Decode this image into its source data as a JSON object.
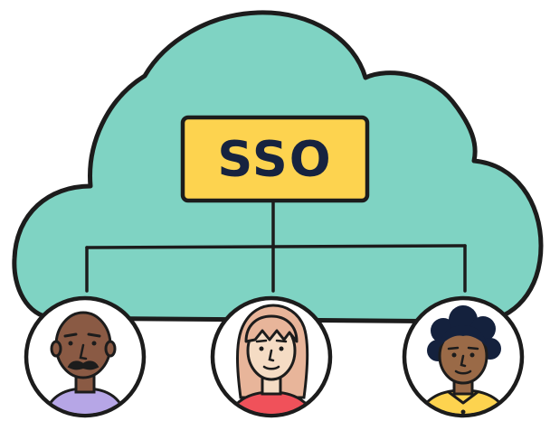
{
  "label": "SSO",
  "colors": {
    "cloud": "#7fd3c3",
    "outline": "#1c1c1c",
    "label_box": "#fdd34f",
    "label_text": "#17233f",
    "circle_bg": "#ffffff",
    "skin_dark": "#8a5a44",
    "skin_light": "#f5dcc4",
    "skin_medium": "#9a6a47",
    "hair_light": "#e8b59a",
    "hair_dark": "#14213d",
    "shirt_purple": "#b6a6e6",
    "shirt_red": "#f0515a",
    "shirt_yellow": "#fdd34f"
  },
  "users": [
    {
      "icon": "user-avatar-bald-mustache"
    },
    {
      "icon": "user-avatar-long-hair"
    },
    {
      "icon": "user-avatar-curly-hair"
    }
  ]
}
